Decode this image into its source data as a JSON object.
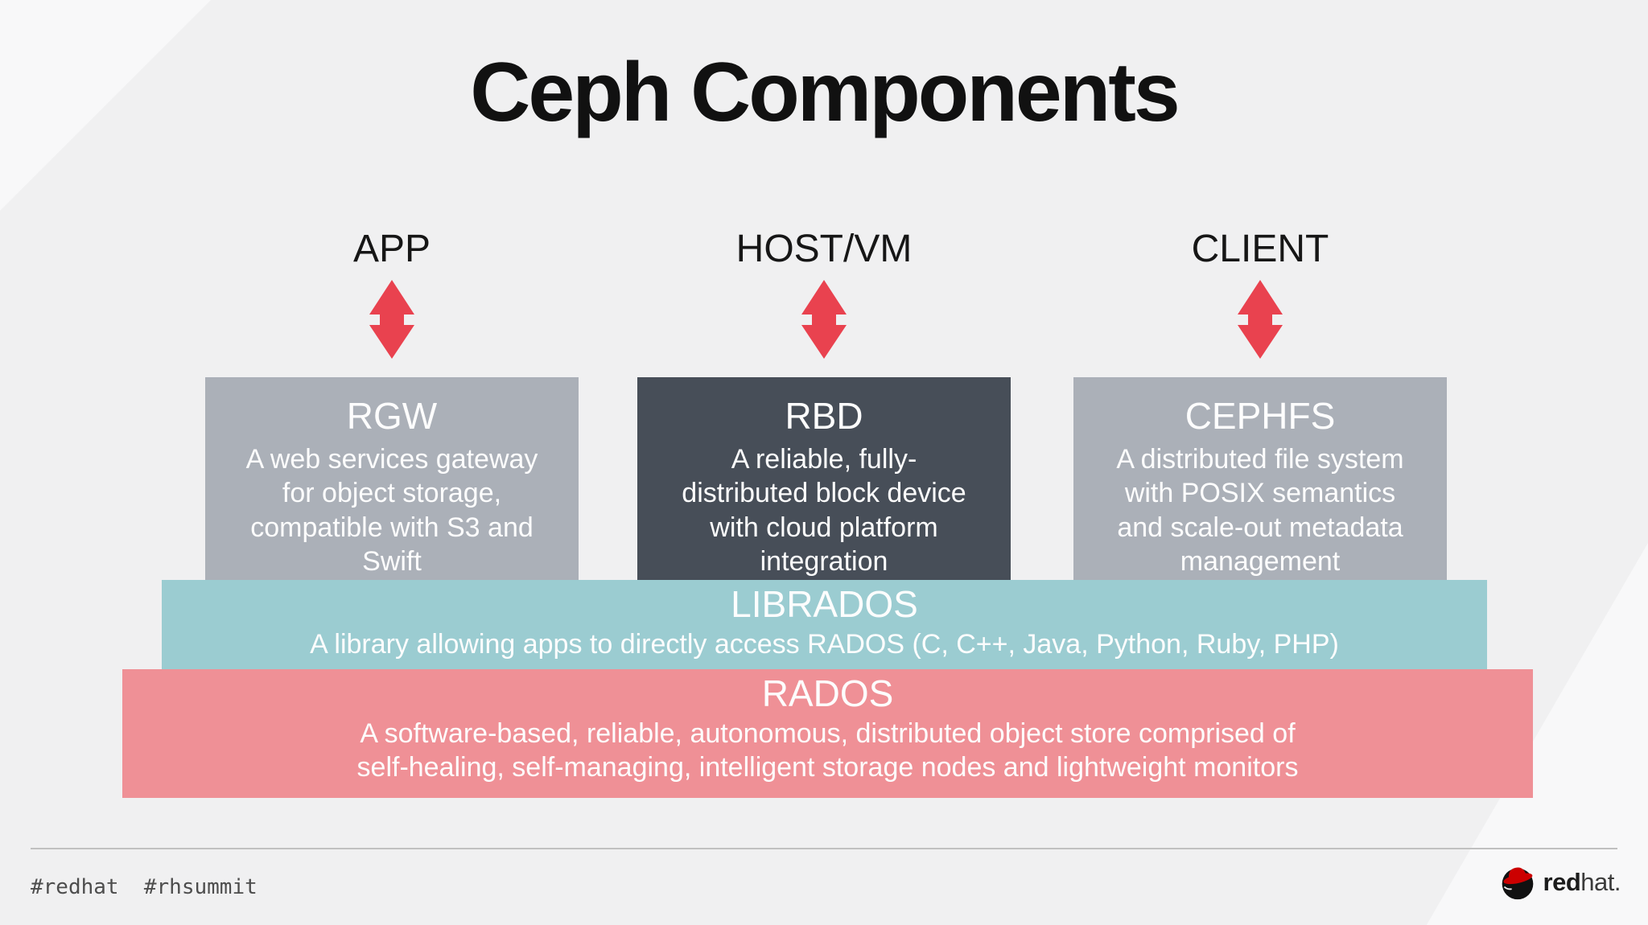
{
  "slide": {
    "title": "Ceph Components",
    "columns": [
      {
        "label": "APP",
        "box": {
          "name": "RGW",
          "description": "A web services gateway\nfor object storage,\ncompatible with S3 and\nSwift"
        }
      },
      {
        "label": "HOST/VM",
        "box": {
          "name": "RBD",
          "description": "A reliable, fully-\ndistributed block device\nwith cloud platform\nintegration"
        }
      },
      {
        "label": "CLIENT",
        "box": {
          "name": "CEPHFS",
          "description": "A distributed file system\nwith POSIX semantics\nand scale-out metadata\nmanagement"
        }
      }
    ],
    "layers": [
      {
        "name": "LIBRADOS",
        "description": "A library allowing apps to directly access RADOS (C, C++, Java, Python, Ruby, PHP)"
      },
      {
        "name": "RADOS",
        "description": "A software-based, reliable, autonomous, distributed object store comprised of\nself-healing, self-managing, intelligent storage nodes and lightweight monitors"
      }
    ],
    "footer": {
      "hashtags": "#redhat  #rhsummit",
      "logo_bold": "red",
      "logo_regular": "hat."
    },
    "icons": {
      "double_arrow": "⬍ red double-headed vertical arrow",
      "shadowman": "Red Hat shadowman circle with red fedora"
    },
    "colors": {
      "background": "#f0f0f1",
      "box_gray": "#abb0b8",
      "box_dark": "#474e58",
      "librados_teal": "#9bccd1",
      "rados_pink": "#ef9096",
      "arrow_red": "#e9424f",
      "title_text": "#111111",
      "bar_text": "#ffffff",
      "hashtag_text": "#4d4d4d",
      "redhat_red": "#cc0000"
    }
  }
}
